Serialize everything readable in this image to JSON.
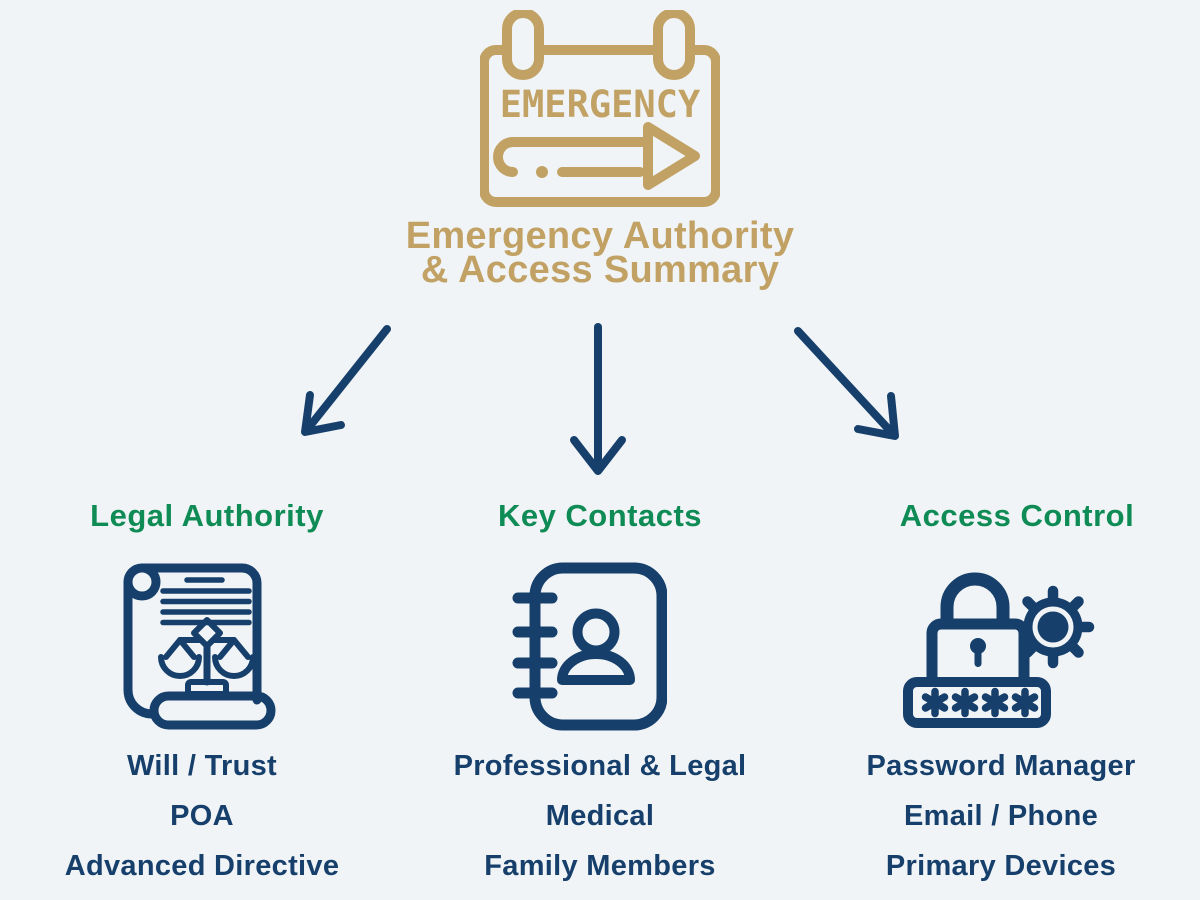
{
  "palette": {
    "background": "#F0F4F6",
    "gold": "#C2A264",
    "navy": "#163F6B",
    "green": "#0F8B55"
  },
  "header": {
    "sign_text": "EMERGENCY",
    "title_line1": "Emergency Authority",
    "title_line2": "& Access Summary"
  },
  "columns": [
    {
      "header": "Legal Authority",
      "icon": "legal-document-scales-icon",
      "items": [
        "Will / Trust",
        "POA",
        "Advanced Directive"
      ]
    },
    {
      "header": "Key Contacts",
      "icon": "contact-book-icon",
      "items": [
        "Professional & Legal",
        "Medical",
        "Family Members"
      ]
    },
    {
      "header": "Access Control",
      "icon": "lock-gear-password-icon",
      "items": [
        "Password Manager",
        "Email / Phone",
        "Primary Devices"
      ]
    }
  ]
}
